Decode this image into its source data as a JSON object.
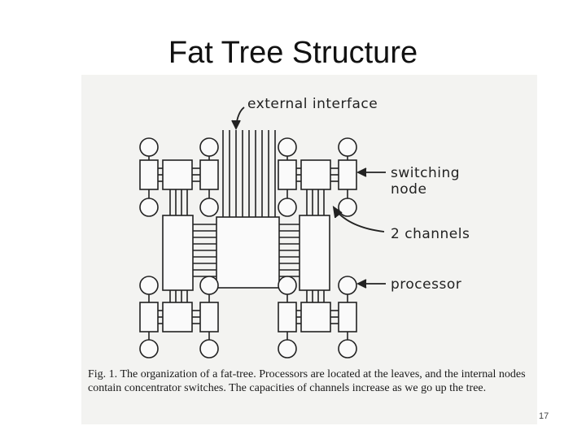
{
  "slide": {
    "title": "Fat Tree Structure",
    "page_number": "17"
  },
  "figure": {
    "labels": {
      "external_interface": "external interface",
      "switching_node_line1": "switching",
      "switching_node_line2": "node",
      "channels": "2 channels",
      "processor": "processor"
    },
    "caption_fig": "Fig. 1.",
    "caption_text": "The organization of a fat-tree. Processors are located at the leaves, and the internal nodes contain concentrator switches. The capacities of channels increase as we go up the tree."
  }
}
